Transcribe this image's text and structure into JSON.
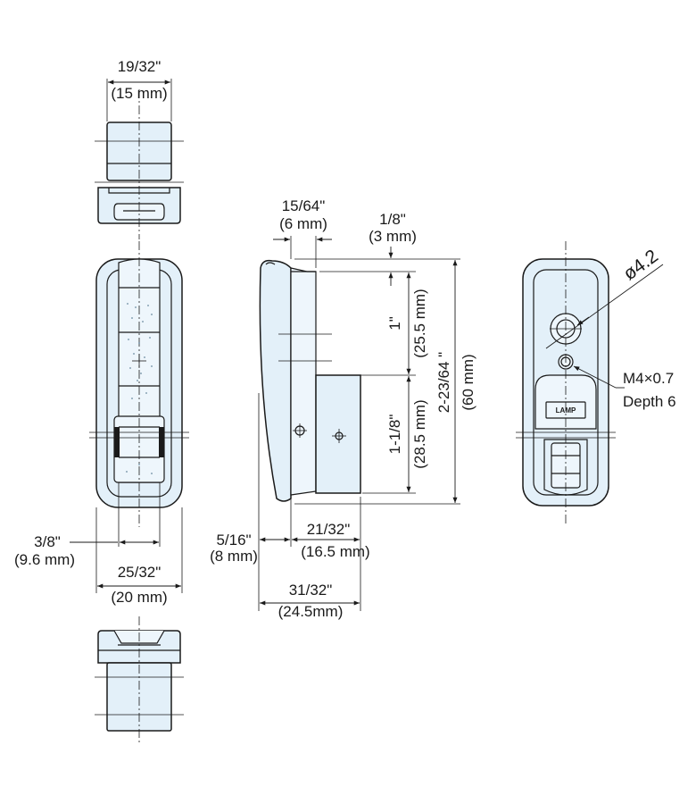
{
  "dimensions": {
    "top_width_in": "19/32\"",
    "top_width_mm": "(15 mm)",
    "slot_in": "3/8\"",
    "slot_mm": "(9.6 mm)",
    "body_width_in": "25/32\"",
    "body_width_mm": "(20 mm)",
    "flange_in": "15/64\"",
    "flange_mm": "(6 mm)",
    "step_in": "1/8\"",
    "step_mm": "(3 mm)",
    "upper_height_in": "1\"",
    "upper_height_mm": "(25.5 mm)",
    "lower_height_in": "1-1/8\"",
    "lower_height_mm": "(28.5 mm)",
    "total_height_in": "2-23/64 \"",
    "total_height_mm": "(60 mm)",
    "offset_in": "5/16\"",
    "offset_mm": "(8 mm)",
    "depth_in": "21/32\"",
    "depth_mm": "(16.5 mm)",
    "overall_depth_in": "31/32\"",
    "overall_depth_mm": "(24.5mm)"
  },
  "callouts": {
    "hole_diameter": "ø4.2",
    "thread": "M4×0.7",
    "thread_depth": "Depth 6",
    "brand_mark": "LAMP"
  }
}
